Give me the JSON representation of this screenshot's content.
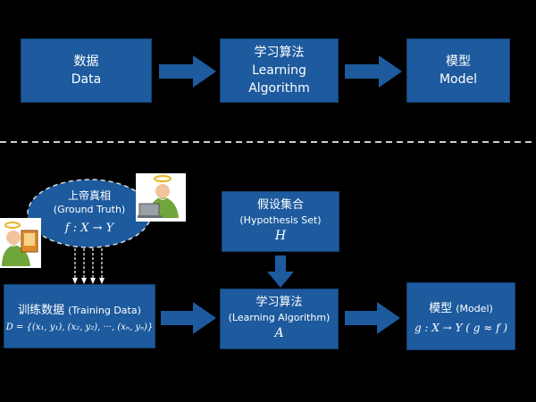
{
  "top": {
    "data_box": {
      "cn": "数据",
      "en": "Data"
    },
    "algo_box": {
      "cn": "学习算法",
      "en": "Learning Algorithm"
    },
    "model_box": {
      "cn": "模型",
      "en": "Model"
    }
  },
  "bottom": {
    "truth": {
      "cn": "上帝真相",
      "en": "(Ground Truth)",
      "formula": "f : X → Y"
    },
    "hypothesis": {
      "cn": "假设集合",
      "en": "(Hypothesis Set)",
      "symbol": "H"
    },
    "training": {
      "cn": "训练数据",
      "en": "(Training Data)",
      "formula": "D = {(x₁, y₁), (x₂, y₂), ···, (xₙ, yₙ)}"
    },
    "algo": {
      "cn": "学习算法",
      "en": "(Learning Algorithm)",
      "symbol": "A"
    },
    "model": {
      "cn": "模型",
      "en": "(Model)",
      "formula": "g : X → Y ( g ≈ f )"
    }
  },
  "colors": {
    "box": "#1d5a9e",
    "arrow": "#1d5a9e",
    "divider": "#cfcfcf",
    "ellipse": "#1d5a9e"
  }
}
